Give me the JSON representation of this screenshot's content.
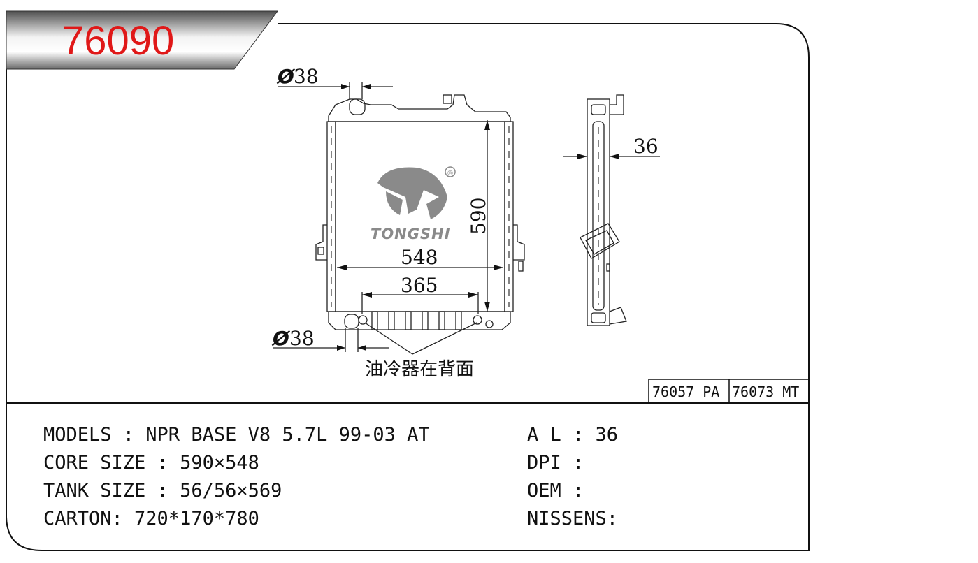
{
  "header": {
    "part_number": "76090"
  },
  "drawing": {
    "dia_top": "38",
    "dia_bottom": "38",
    "dim_height": "590",
    "dim_width": "548",
    "dim_oil_cooler": "365",
    "dim_thickness": "36",
    "oil_cooler_note": "油冷器在背面",
    "brand": "TONGSHI",
    "registered": "®"
  },
  "refs": {
    "ref1": "76057 PA",
    "ref2": "76073 MT"
  },
  "specs": {
    "models": "MODELS : NPR BASE V8 5.7L 99-03 AT",
    "core": "CORE SIZE : 590×548",
    "tank": "TANK SIZE : 56/56×569",
    "carton": "CARTON: 720*170*780",
    "al": "A L : 36",
    "dpi": "DPI :",
    "oem": "OEM :",
    "nissens": "NISSENS:"
  },
  "colors": {
    "accent": "#e01818",
    "banner_dark": "#555555",
    "banner_light": "#f4f4f4"
  }
}
